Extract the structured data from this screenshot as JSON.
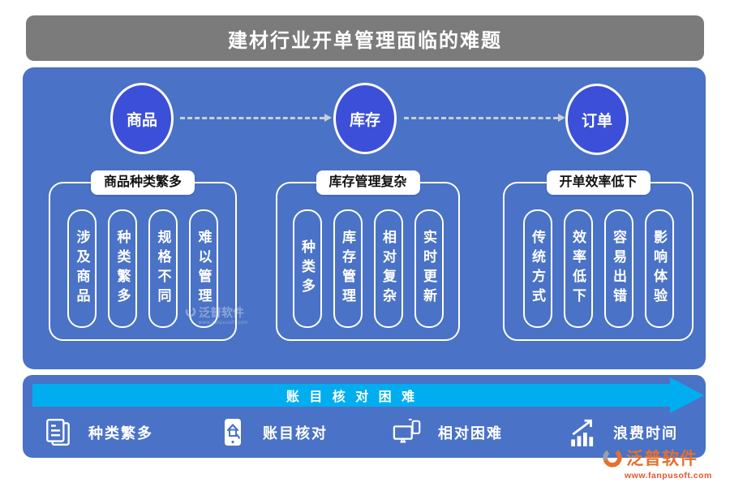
{
  "title": "建材行业开单管理面临的难题",
  "flow": {
    "nodes": [
      "商品",
      "库存",
      "订单"
    ]
  },
  "groups": [
    {
      "header": "商品种类繁多",
      "items": [
        "涉及商品",
        "种类繁多",
        "规格不同",
        "难以管理"
      ]
    },
    {
      "header": "库存管理复杂",
      "items": [
        "种类多",
        "库存管理",
        "相对复杂",
        "实时更新"
      ]
    },
    {
      "header": "开单效率低下",
      "items": [
        "传统方式",
        "效率低下",
        "容易出错",
        "影响体验"
      ]
    }
  ],
  "banner": {
    "label": "账 目 核 对 困 难"
  },
  "footer": {
    "items": [
      {
        "icon": "documents-icon",
        "label": "种类繁多"
      },
      {
        "icon": "mobile-audit-icon",
        "label": "账目核对"
      },
      {
        "icon": "devices-icon",
        "label": "相对困难"
      },
      {
        "icon": "growth-chart-icon",
        "label": "浪费时间"
      }
    ]
  },
  "logo": {
    "name": "泛普软件",
    "url": "www.fanpusoft.com"
  },
  "watermark": {
    "name": "泛普软件",
    "url": "www.fanpusoft.com"
  },
  "colors": {
    "title_gray": "#7b7b7b",
    "panel_blue": "#4a72c6",
    "node_blue": "#3b4fd8",
    "banner_cyan": "#00aeef",
    "logo_orange": "#e4702f"
  }
}
